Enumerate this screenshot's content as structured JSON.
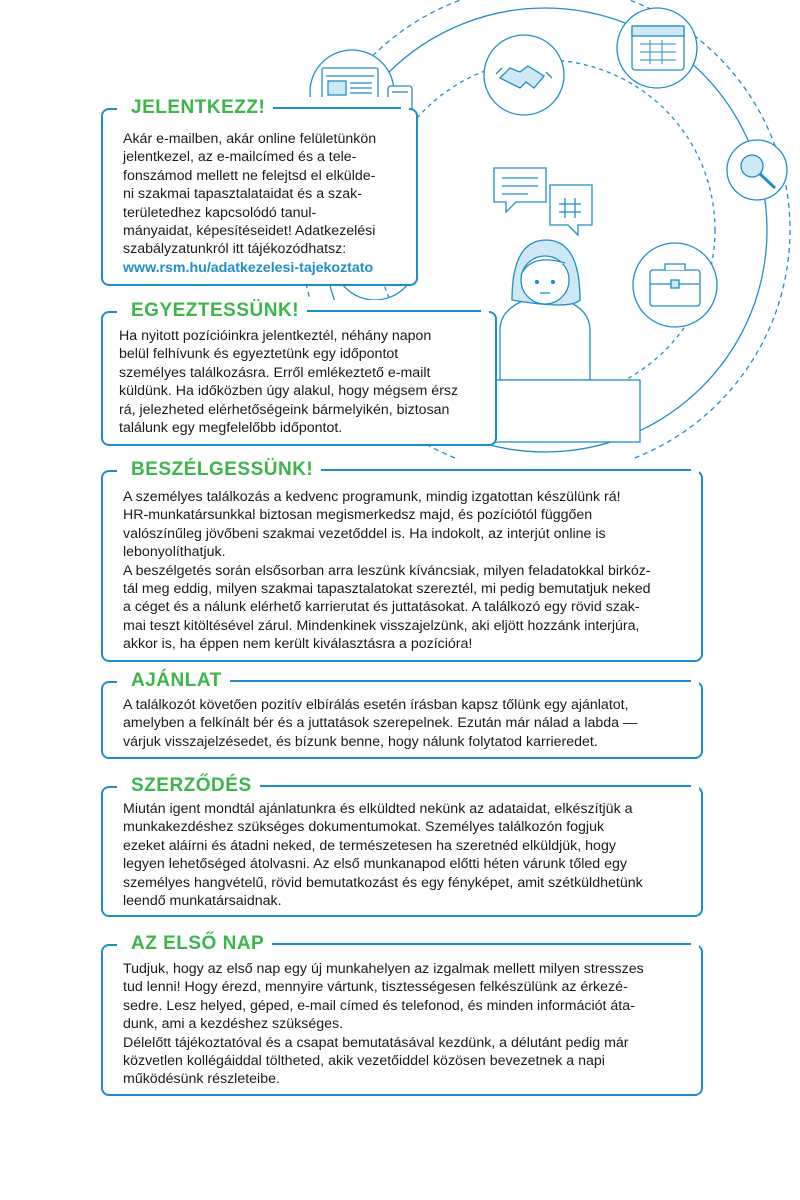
{
  "colors": {
    "accent": "#1e8ec9",
    "title": "#3cb54a",
    "text": "#1b1b1b"
  },
  "illustration": {
    "icons": [
      "newspaper-icon",
      "smartphone-icon",
      "handshake-icon",
      "calendar-icon",
      "magnifier-icon",
      "chat-bubble-icon",
      "hashtag-bubble-icon",
      "briefcase-icon",
      "document-icon",
      "person-at-desk-icon"
    ]
  },
  "sections": {
    "jelentkezz": {
      "title": "JELENTKEZZ!",
      "lines": [
        "Akár e-mailben, akár online felületünkön",
        "jelentkezel, az e-mailcímed és a tele-",
        "fonszámod mellett ne felejtsd el elkülde-",
        "ni szakmai tapasztalataidat és a szak-",
        "területedhez kapcsolódó tanul-",
        "mányaidat, képesítéseidet! Adatkezelési",
        "szabályzatunkról itt tájékozódhatsz:"
      ],
      "link": "www.rsm.hu/adatkezelesi-tajekoztato"
    },
    "egyeztessunk": {
      "title": "EGYEZTESSÜNK!",
      "lines": [
        "Ha nyitott pozícióinkra jelentkeztél, néhány napon",
        "belül felhívunk és egyeztetünk egy időpontot",
        "személyes találkozásra. Erről emlékeztető e-mailt",
        "küldünk. Ha időközben úgy alakul, hogy mégsem érsz",
        "rá, jelezheted elérhetőségeink bármelyikén, biztosan",
        "találunk egy megfelelőbb időpontot."
      ]
    },
    "beszelgessunk": {
      "title": "BESZÉLGESSÜNK!",
      "lines": [
        "A személyes találkozás a kedvenc programunk, mindig izgatottan készülünk rá!",
        "HR-munkatársunkkal biztosan megismerkedsz majd, és pozíciótól függően",
        "valószínűleg jövőbeni szakmai vezetőddel is. Ha indokolt, az interjút online is",
        "lebonyolíthatjuk.",
        "A beszélgetés során elsősorban arra leszünk kíváncsiak, milyen feladatokkal birkóz-",
        "tál meg eddig, milyen szakmai tapasztalatokat szereztél, mi pedig bemutatjuk neked",
        "a céget és a nálunk elérhető karrierutat és juttatásokat. A találkozó egy rövid szak-",
        "mai teszt kitöltésével zárul. Mindenkinek visszajelzünk, aki eljött hozzánk interjúra,",
        "akkor is, ha éppen nem került kiválasztásra a pozícióra!"
      ]
    },
    "ajanlat": {
      "title": "AJÁNLAT",
      "lines": [
        "A találkozót követően pozitív elbírálás esetén írásban kapsz tőlünk egy ajánlatot,",
        "amelyben a felkínált bér és a juttatások szerepelnek. Ezután már nálad a labda —",
        "várjuk visszajelzésedet, és bízunk benne, hogy nálunk folytatod karrieredet."
      ]
    },
    "szerzodes": {
      "title": "SZERZŐDÉS",
      "lines": [
        "Miután igent mondtál ajánlatunkra és elküldted nekünk az adataidat, elkészítjük a",
        "munkakezdéshez szükséges dokumentumokat. Személyes találkozón fogjuk",
        "ezeket aláírni és átadni neked, de természetesen ha szeretnéd elküldjük, hogy",
        "legyen lehetőséged átolvasni. Az első munkanapod előtti héten várunk tőled egy",
        "személyes hangvételű, rövid bemutatkozást és egy fényképet, amit szétküldhetünk",
        "leendő munkatársaidnak."
      ]
    },
    "elsonap": {
      "title": "AZ ELSŐ NAP",
      "lines": [
        "Tudjuk, hogy az első nap egy új munkahelyen az izgalmak mellett milyen stresszes",
        "tud lenni! Hogy érezd, mennyire vártunk, tisztességesen felkészülünk az érkezé-",
        "sedre. Lesz helyed, géped, e-mail címed és telefonod, és minden információt áta-",
        "dunk, ami a kezdéshez szükséges.",
        "Délelőtt tájékoztatóval és a csapat bemutatásával kezdünk, a délutánt pedig már",
        "közvetlen kollégáiddal töltheted, akik vezetőiddel közösen bevezetnek a napi",
        "működésünk részleteibe."
      ]
    }
  }
}
